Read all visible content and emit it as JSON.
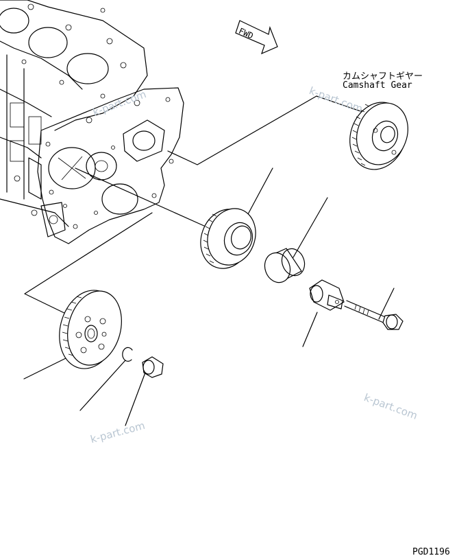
{
  "labels": {
    "camshaft_gear_jp": "カムシャフトギヤー",
    "camshaft_gear_en": "Camshaft Gear",
    "fwd": "FWD",
    "drawing_code": "PGD1196"
  },
  "watermarks": [
    "k-part.com",
    "k-part.com",
    "k-part.com",
    "k-part.com"
  ],
  "colors": {
    "line": "#000000",
    "watermark": "#b9c6d2",
    "background": "#ffffff"
  }
}
